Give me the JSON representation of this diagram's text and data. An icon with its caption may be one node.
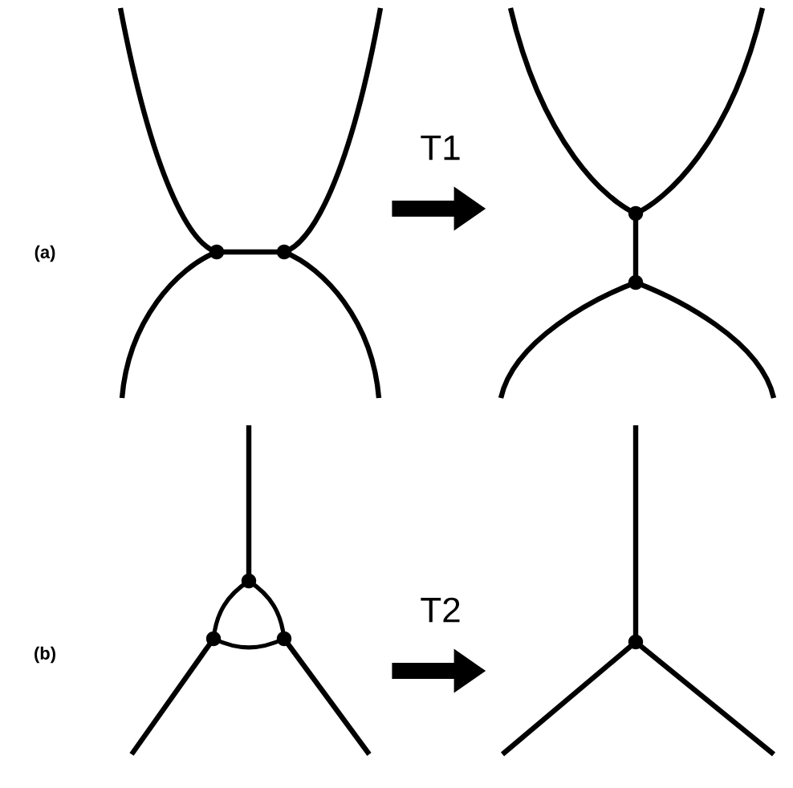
{
  "diagram": {
    "nodes": [
      {
        "text": [],
        "shape": "picture"
      },
      {
        "text": [],
        "shape": "picture"
      },
      {
        "text": [],
        "shape": "picture"
      },
      {
        "text": [],
        "shape": "picture"
      }
    ],
    "edges": [
      {
        "from": 0,
        "to": 1,
        "arrow": "to",
        "label": "T1"
      },
      {
        "from": 2,
        "to": 3,
        "arrow": "to",
        "label": "T2"
      }
    ],
    "labels": [
      "(a)",
      "(b)"
    ]
  }
}
